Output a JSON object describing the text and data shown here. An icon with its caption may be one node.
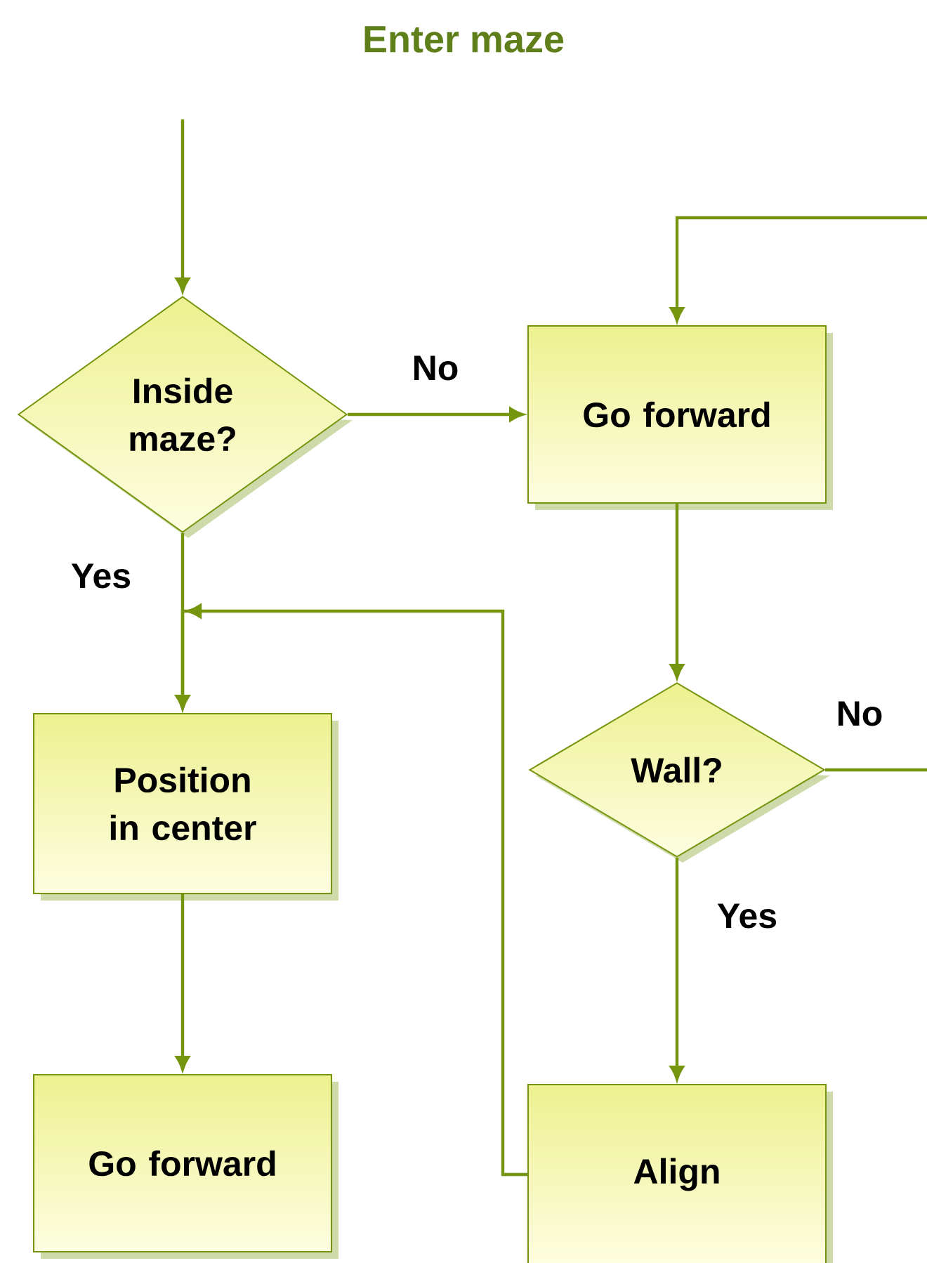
{
  "diagram": {
    "title": "Enter maze",
    "nodes": [
      {
        "text": [
          "Inside maze?"
        ]
      },
      {
        "text": [
          "Go forward"
        ]
      },
      {
        "text": [
          "Position in center"
        ]
      },
      {
        "text": [
          "Wall?"
        ]
      },
      {
        "text": [
          "Go forward"
        ]
      },
      {
        "text": [
          "Align"
        ]
      }
    ],
    "edges": [
      {
        "from": null,
        "to": 0,
        "arrow": "to"
      },
      {
        "from": 0,
        "to": 1,
        "arrow": "to",
        "label": "No"
      },
      {
        "from": null,
        "to": 1,
        "arrow": "to"
      },
      {
        "from": 0,
        "to": 2,
        "arrow": "to",
        "label": "Yes"
      },
      {
        "from": 1,
        "to": 3,
        "arrow": "to"
      },
      {
        "from": 3,
        "to": null,
        "arrow": "none",
        "label": "No"
      },
      {
        "from": 2,
        "to": 4,
        "arrow": "to"
      },
      {
        "from": 3,
        "to": 5,
        "arrow": "to",
        "label": "Yes"
      },
      {
        "from": 5,
        "to": 2,
        "arrow": "to"
      }
    ]
  }
}
